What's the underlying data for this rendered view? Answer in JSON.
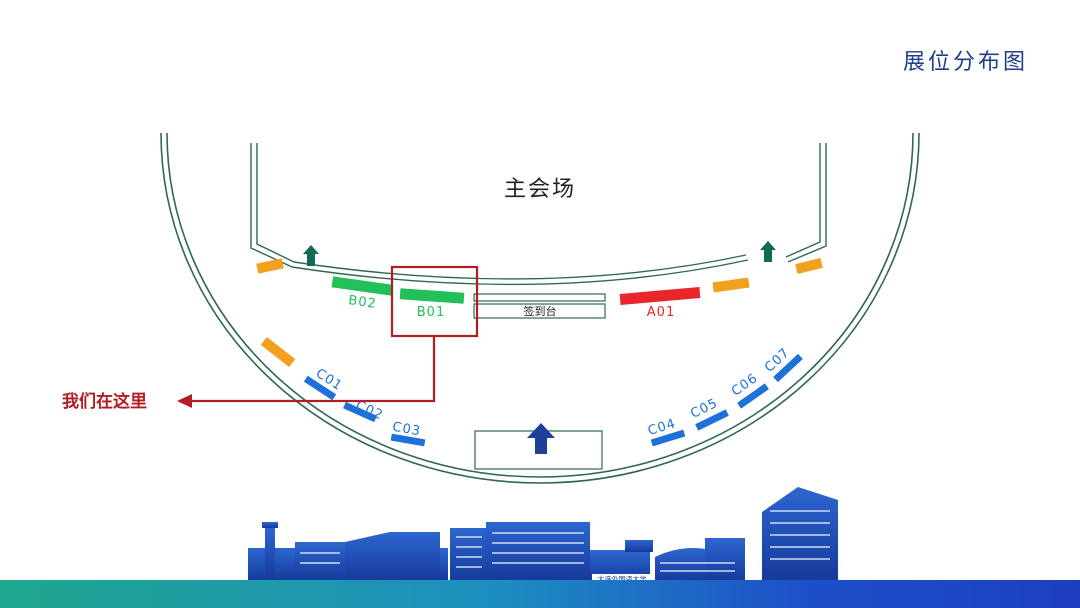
{
  "header": {
    "title": "展位分布图"
  },
  "venue": {
    "main_hall": "主会场",
    "registration_desk": "签到台",
    "you_are_here": "我们在这里",
    "logo_text": "大连外国语大学"
  },
  "booths": [
    {
      "id": "A01",
      "zone": "A"
    },
    {
      "id": "B01",
      "zone": "B"
    },
    {
      "id": "B02",
      "zone": "B"
    },
    {
      "id": "C01",
      "zone": "C"
    },
    {
      "id": "C02",
      "zone": "C"
    },
    {
      "id": "C03",
      "zone": "C"
    },
    {
      "id": "C04",
      "zone": "C"
    },
    {
      "id": "C05",
      "zone": "C"
    },
    {
      "id": "C06",
      "zone": "C"
    },
    {
      "id": "C07",
      "zone": "C"
    }
  ],
  "colors": {
    "title": "#1f3f8a",
    "outline": "#2e6a4e",
    "zone_a": "#e8262b",
    "zone_b": "#22c05a",
    "zone_c": "#1c72d8",
    "orange_booth": "#f2a01e",
    "highlight": "#b11d22",
    "arrow_green": "#0f6b55",
    "arrow_navy": "#1e3f9a",
    "building": "#1e4fb3"
  },
  "icons": [
    "arrow-up-icon",
    "arrow-left-icon"
  ]
}
